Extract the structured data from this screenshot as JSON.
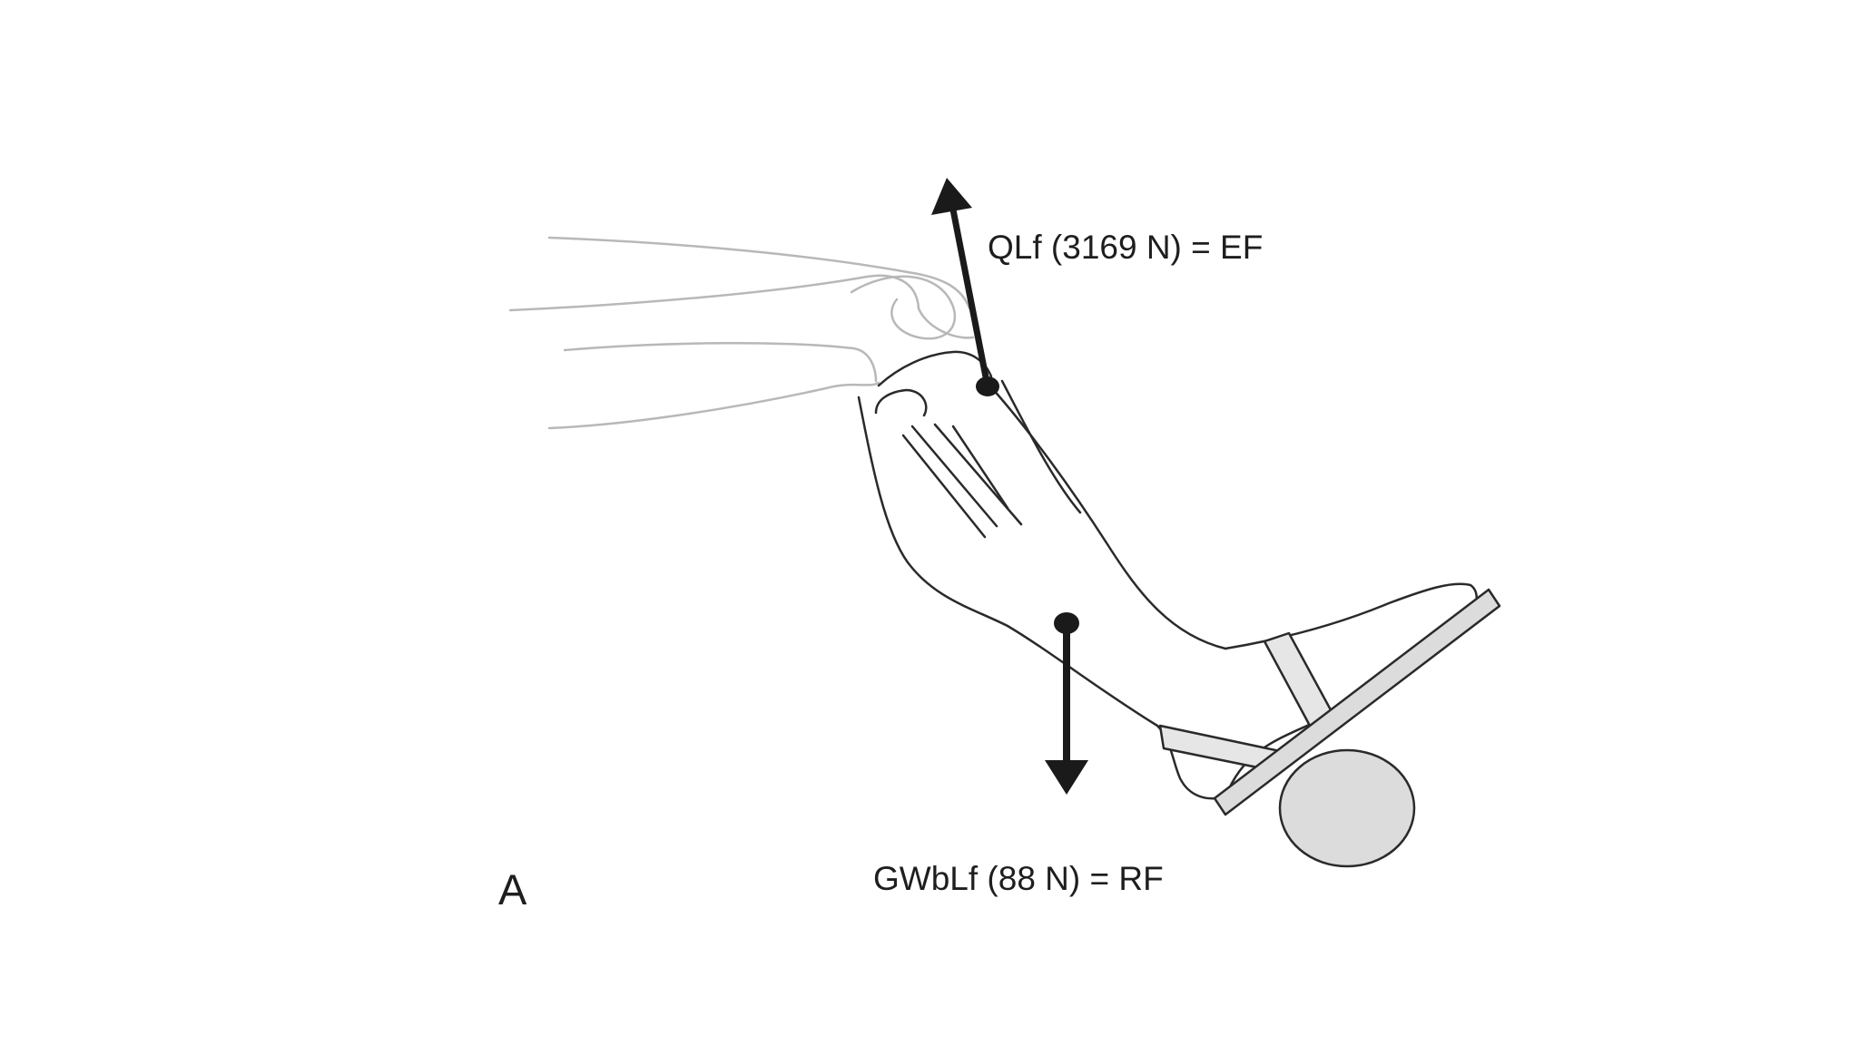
{
  "figure": {
    "panel_letter": "A",
    "effort_force_label": "QLf (3169 N) = EF",
    "resistance_force_label": "GWbLf (88 N) = RF"
  },
  "colors": {
    "background": "#ffffff",
    "outline": "#2a2a2a",
    "thigh_outline": "#b4b4b4",
    "arrow": "#1a1a1a",
    "weight_fill": "#dcdcdc",
    "strap_fill": "#e6e6e6"
  }
}
